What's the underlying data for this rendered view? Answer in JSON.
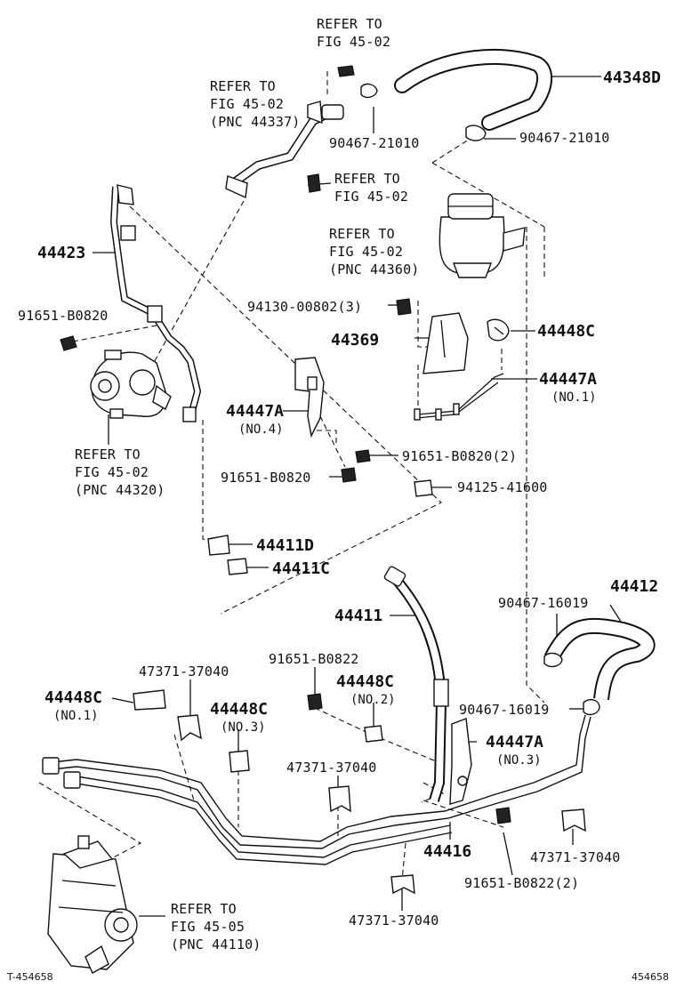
{
  "labels": {
    "refer_a1": "REFER TO",
    "refer_a2": "FIG 45-02",
    "p_44348d": "44348D",
    "refer_b1": "REFER TO",
    "refer_b2": "FIG 45-02",
    "refer_b3": "(PNC 44337)",
    "p_90467_21010_a": "90467-21010",
    "p_90467_21010_b": "90467-21010",
    "refer_c1": "REFER TO",
    "refer_c2": "FIG 45-02",
    "p_44423": "44423",
    "refer_d1": "REFER TO",
    "refer_d2": "FIG 45-02",
    "refer_d3": "(PNC 44360)",
    "p_91651_b0820_a": "91651-B0820",
    "p_94130": "94130-00802(3)",
    "p_44369": "44369",
    "p_44448c_a": "44448C",
    "p_44447a_a": "44447A",
    "no1_a": "(NO.1)",
    "refer_e1": "REFER TO",
    "refer_e2": "FIG 45-02",
    "refer_e3": "(PNC 44320)",
    "p_44447a_b": "44447A",
    "no4": "(NO.4)",
    "p_91651_b0820_2": "91651-B0820(2)",
    "p_91651_b0820_b": "91651-B0820",
    "p_94125": "94125-41600",
    "p_44411d": "44411D",
    "p_44411c": "44411C",
    "p_44412": "44412",
    "p_90467_16019_a": "90467-16019",
    "p_44411": "44411",
    "p_47371_a": "47371-37040",
    "p_91651_b0822_a": "91651-B0822",
    "p_44448c_b": "44448C",
    "no1_b": "(NO.1)",
    "p_44448c_c": "44448C",
    "no3_a": "(NO.3)",
    "p_44448c_d": "44448C",
    "no2": "(NO.2)",
    "p_90467_16019_b": "90467-16019",
    "p_44447a_c": "44447A",
    "no3_b": "(NO.3)",
    "p_47371_b": "47371-37040",
    "p_44416": "44416",
    "p_47371_c": "47371-37040",
    "p_91651_b0822_2": "91651-B0822(2)",
    "refer_f1": "REFER TO",
    "refer_f2": "FIG 45-05",
    "refer_f3": "(PNC 44110)",
    "p_47371_d": "47371-37040",
    "footer_left": "T-454658",
    "footer_right": "454658"
  }
}
